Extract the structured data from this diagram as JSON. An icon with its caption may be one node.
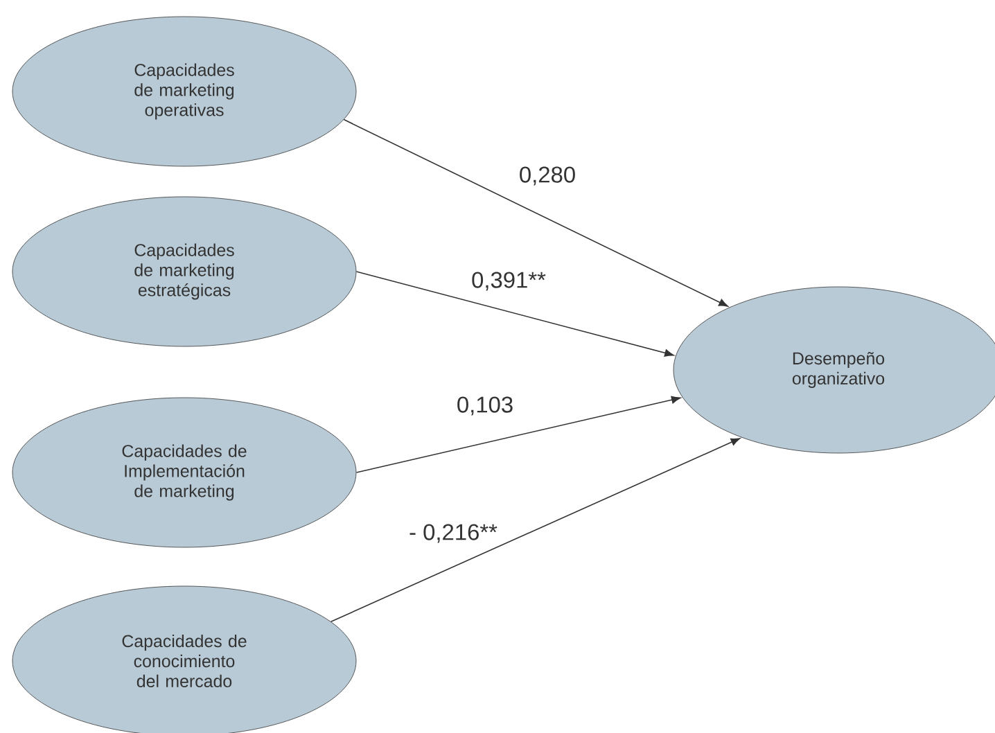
{
  "diagram": {
    "nodes": [
      {
        "text": [
          "Capacidades de marketing operativas"
        ]
      },
      {
        "text": [
          "Capacidades de marketing estratégicas"
        ]
      },
      {
        "text": [
          "Capacidades de Implementación de marketing"
        ]
      },
      {
        "text": [
          "Capacidades de conocimiento del mercado"
        ]
      },
      {
        "text": [
          "Desempeño organizativo"
        ]
      }
    ],
    "edges": [
      {
        "from": 0,
        "to": 4,
        "arrow": "to",
        "label": "0,280"
      },
      {
        "from": 1,
        "to": 4,
        "arrow": "to",
        "label": "0,391**"
      },
      {
        "from": 2,
        "to": 4,
        "arrow": "to",
        "label": "0,103"
      },
      {
        "from": 3,
        "to": 4,
        "arrow": "to",
        "label": "- 0,216**"
      }
    ]
  }
}
